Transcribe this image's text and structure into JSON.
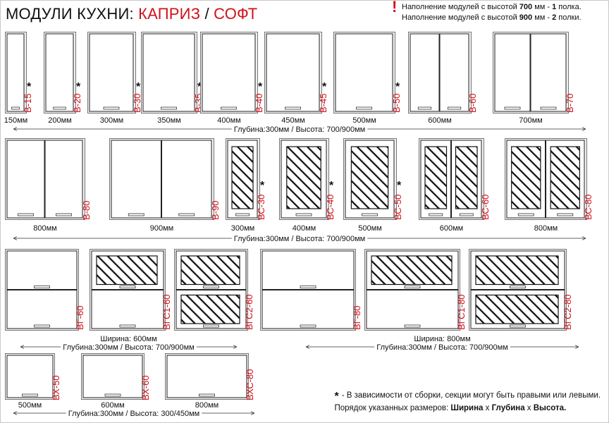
{
  "title": {
    "prefix": "МОДУЛИ КУХНИ: ",
    "brand1": "КАПРИЗ",
    "sep": " / ",
    "brand2": "СОФТ"
  },
  "notes": {
    "mark": "!",
    "line1": {
      "a": "Наполнение модулей с высотой ",
      "h": "700",
      "b": " мм - ",
      "n": "1",
      "c": " полка."
    },
    "line2": {
      "a": "Наполнение модулей с высотой ",
      "h": "900",
      "b": " мм - ",
      "n": "2",
      "c": " полки."
    }
  },
  "accent_color": "#d0111b",
  "row1": {
    "modules": [
      {
        "code": "В-15",
        "width": "150мм",
        "star": true,
        "doors": 1
      },
      {
        "code": "В-20",
        "width": "200мм",
        "star": true,
        "doors": 1
      },
      {
        "code": "В-30",
        "width": "300мм",
        "star": true,
        "doors": 1
      },
      {
        "code": "В-35",
        "width": "350мм",
        "star": true,
        "doors": 1
      },
      {
        "code": "В-40",
        "width": "400мм",
        "star": true,
        "doors": 1
      },
      {
        "code": "В-45",
        "width": "450мм",
        "star": true,
        "doors": 1
      },
      {
        "code": "В-50",
        "width": "500мм",
        "star": true,
        "doors": 1
      },
      {
        "code": "В-60",
        "width": "600мм",
        "star": false,
        "doors": 2
      },
      {
        "code": "В-70",
        "width": "700мм",
        "star": false,
        "doors": 2
      }
    ],
    "depth": "Глубина:300мм / Высота: 700/900мм"
  },
  "row2": {
    "modules": [
      {
        "code": "В-80",
        "width": "800мм",
        "star": false,
        "doors": 2,
        "glass": false
      },
      {
        "code": "В-90",
        "width": "900мм",
        "star": false,
        "doors": 2,
        "glass": false
      },
      {
        "code": "ВС-30",
        "width": "300мм",
        "star": true,
        "doors": 1,
        "glass": true
      },
      {
        "code": "ВС-40",
        "width": "400мм",
        "star": true,
        "doors": 1,
        "glass": true
      },
      {
        "code": "ВС-50",
        "width": "500мм",
        "star": true,
        "doors": 1,
        "glass": true
      },
      {
        "code": "ВС-60",
        "width": "600мм",
        "star": false,
        "doors": 2,
        "glass": true
      },
      {
        "code": "ВС-80",
        "width": "800мм",
        "star": false,
        "doors": 2,
        "glass": true
      }
    ],
    "depth": "Глубина:300мм / Высота: 700/900мм"
  },
  "row3": {
    "group1": {
      "codes": [
        "ВГ-60",
        "ВГС1-60",
        "ВГС2-60"
      ],
      "width": "Ширина: 600мм",
      "depth": "Глубина:300мм / Высота: 700/900мм"
    },
    "group2": {
      "codes": [
        "ВГ-80",
        "ВГС1-80",
        "ВГС2-80"
      ],
      "width": "Ширина: 800мм",
      "depth": "Глубина:300мм / Высота: 700/900мм"
    }
  },
  "row4": {
    "modules": [
      {
        "code": "ВХ-50",
        "width": "500мм"
      },
      {
        "code": "ВХ-60",
        "width": "600мм"
      },
      {
        "code": "ВХС-80",
        "width": "800мм"
      }
    ],
    "depth": "Глубина:300мм / Высота: 300/450мм"
  },
  "footer": {
    "star": "*",
    "line1": "- В зависимости от сборки, секции могут быть правыми или левыми.",
    "line2_a": "Порядок указанных размеров: ",
    "line2_w": "Ширина",
    "line2_x1": " х ",
    "line2_d": "Глубина",
    "line2_x2": " х ",
    "line2_h": "Высота."
  }
}
